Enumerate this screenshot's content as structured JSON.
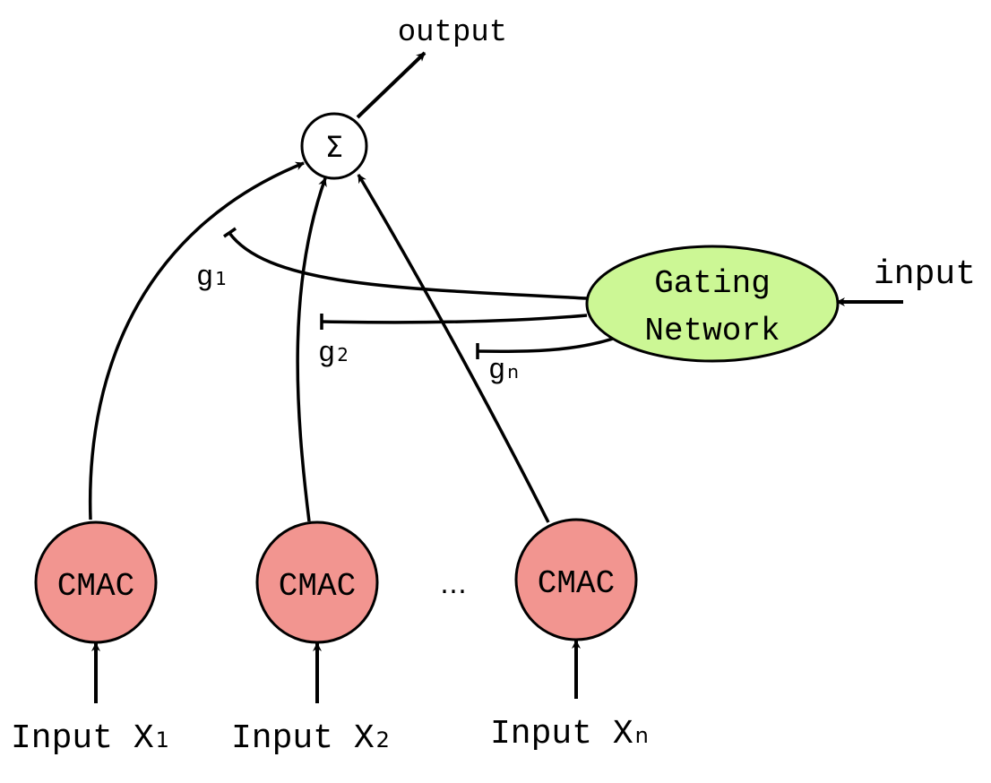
{
  "diagram": {
    "output_label": "output",
    "sum_symbol": "Σ",
    "gating": {
      "line1": "Gating",
      "line2": "Network",
      "input_label": "input",
      "fill": "#ccf795"
    },
    "cmac_fill": "#f29590",
    "modules": [
      {
        "label": "CMAC",
        "input_prefix": "Input X",
        "input_sub": "1",
        "gate_prefix": "g",
        "gate_sub": "1"
      },
      {
        "label": "CMAC",
        "input_prefix": "Input X",
        "input_sub": "2",
        "gate_prefix": "g",
        "gate_sub": "2"
      },
      {
        "label": "CMAC",
        "input_prefix": "Input X",
        "input_sub": "n",
        "gate_prefix": "g",
        "gate_sub": "n"
      }
    ],
    "ellipsis": "…"
  }
}
